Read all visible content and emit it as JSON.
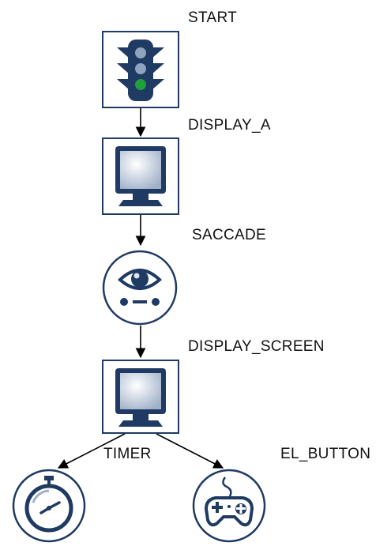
{
  "flow": {
    "nodes": [
      {
        "id": "start",
        "label": "START",
        "icon": "traffic-light-icon"
      },
      {
        "id": "display_a",
        "label": "DISPLAY_A",
        "icon": "monitor-icon"
      },
      {
        "id": "saccade",
        "label": "SACCADE",
        "icon": "eye-icon"
      },
      {
        "id": "display_screen",
        "label": "DISPLAY_SCREEN",
        "icon": "monitor-icon"
      },
      {
        "id": "timer",
        "label": "TIMER",
        "icon": "stopwatch-icon"
      },
      {
        "id": "el_button",
        "label": "EL_BUTTON",
        "icon": "gamepad-icon"
      }
    ],
    "edges": [
      [
        "start",
        "display_a"
      ],
      [
        "display_a",
        "saccade"
      ],
      [
        "saccade",
        "display_screen"
      ],
      [
        "display_screen",
        "timer"
      ],
      [
        "display_screen",
        "el_button"
      ]
    ]
  },
  "colors": {
    "icon_fill": "#1f3a63",
    "frame_border": "#1f3a63",
    "panel_bg": "#dde4ee",
    "green_light": "#1fa03c",
    "edge": "#000000"
  }
}
